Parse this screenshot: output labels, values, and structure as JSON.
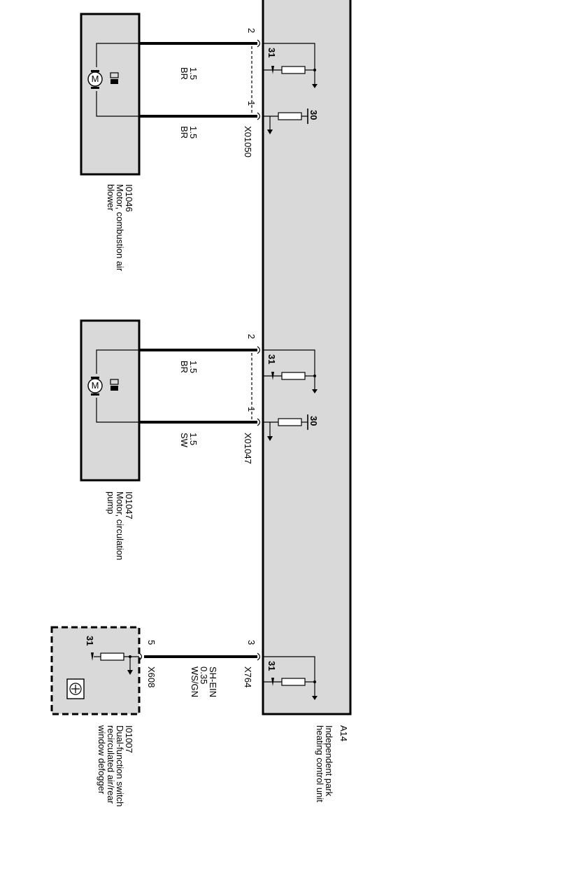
{
  "control_unit": {
    "id": "A14",
    "name_line1": "Independent park",
    "name_line2": "heating control unit"
  },
  "blower": {
    "id": "I01046",
    "name_line1": "Motor, combustion air",
    "name_line2": "blower",
    "motor_symbol": "M",
    "connector": "X01050",
    "pin_top": "2",
    "pin_bottom": "1",
    "wire_top_size": "1.5",
    "wire_top_color": "BR",
    "wire_bottom_size": "1.5",
    "wire_bottom_color": "BR",
    "ground_label": "31",
    "supply_label": "30"
  },
  "pump": {
    "id": "I01047",
    "name_line1": "Motor, circulation",
    "name_line2": "pump",
    "motor_symbol": "M",
    "connector": "X01047",
    "pin_top": "2",
    "pin_bottom": "1",
    "wire_top_size": "1.5",
    "wire_top_color": "BR",
    "wire_bottom_size": "1.5",
    "wire_bottom_color": "SW",
    "ground_label": "31",
    "supply_label": "30"
  },
  "switch": {
    "id": "I01007",
    "name_line1": "Dual-function switch",
    "name_line2": "recirculated air/rear",
    "name_line3": "window defogger",
    "connector_switch": "X608",
    "pin_switch": "5",
    "connector_unit": "X764",
    "pin_unit": "3",
    "signal_name": "SH-EIN",
    "wire_size": "0.35",
    "wire_color": "WS/GN",
    "ground_label_switch": "31",
    "ground_label_unit": "31"
  }
}
